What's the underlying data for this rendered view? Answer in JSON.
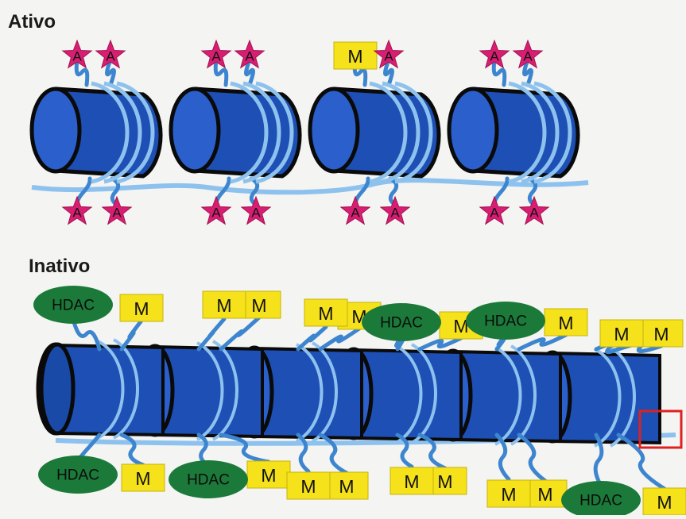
{
  "labels": {
    "active": "Ativo",
    "inactive": "Inativo"
  },
  "marks": {
    "acetyl": "A",
    "methyl": "M",
    "hdac": "HDAC"
  },
  "colors": {
    "nucleosome": "#1e4fb4",
    "nucleosome_dark": "#0d2a70",
    "dna": "#8ec2ee",
    "dna_outline": "#2a62b0",
    "tail": "#3d86cf",
    "acetyl_star": "#d81e72",
    "methyl_box": "#f5e21a",
    "hdac_ellipse": "#1b7a3a",
    "highlight_box": "#e02020"
  },
  "active_state": {
    "nucleosome_count": 4,
    "top_marks": [
      [
        "A",
        "A"
      ],
      [
        "A",
        "A"
      ],
      [
        "M",
        "A"
      ],
      [
        "A",
        "A"
      ]
    ],
    "bottom_marks": [
      [
        "A",
        "A"
      ],
      [
        "A",
        "A"
      ],
      [
        "A",
        "A"
      ],
      [
        "A",
        "A"
      ]
    ]
  },
  "inactive_state": {
    "nucleosome_count": 6,
    "top_marks": [
      [
        "HDAC",
        "M"
      ],
      [
        "M",
        "M"
      ],
      [
        "M",
        "M"
      ],
      [
        "HDAC",
        "M"
      ],
      [
        "HDAC",
        "M"
      ],
      [
        "M",
        "M"
      ]
    ],
    "bottom_marks": [
      [
        "HDAC",
        "M"
      ],
      [
        "HDAC",
        "M"
      ],
      [
        "M",
        "M"
      ],
      [
        "M",
        "M"
      ],
      [
        "M",
        "M"
      ],
      [
        "HDAC",
        "M"
      ]
    ]
  }
}
